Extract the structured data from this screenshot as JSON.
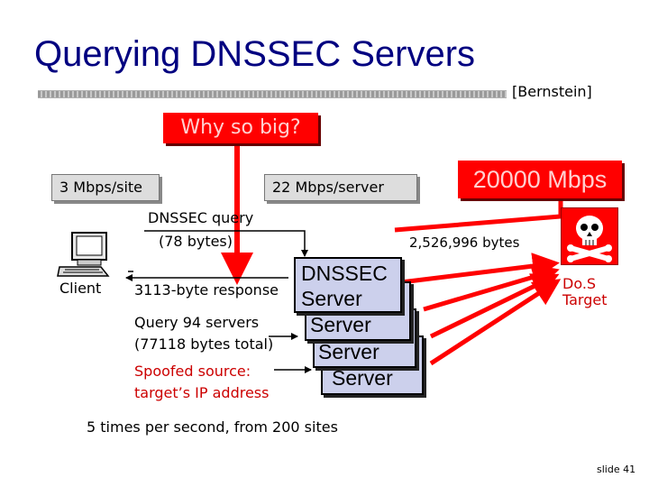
{
  "title": "Querying DNSSEC Servers",
  "citation": "[Bernstein]",
  "why_label": "Why so big?",
  "site_rate": "3 Mbps/site",
  "server_rate": "22 Mbps/server",
  "attack_rate": "20000 Mbps",
  "query": {
    "line1": "DNSSEC query",
    "line2": "(78 bytes)"
  },
  "client_label": "Client",
  "response_label": "3113-byte response",
  "query_count": {
    "line1": "Query 94 servers",
    "line2": "(77118 bytes total)"
  },
  "spoof": {
    "line1": "Spoofed source:",
    "line2": "target’s IP address"
  },
  "servers": [
    "DNSSEC\nServer",
    "Server",
    "Server",
    "Server"
  ],
  "bytes_label": "2,526,996 bytes",
  "target": {
    "line1": "Do.S",
    "line2": "Target"
  },
  "footer": "5 times per second, from 200 sites",
  "slide_number": "slide 41",
  "colors": {
    "title": "#000080",
    "accent_red": "#ff0000",
    "text_red": "#cc0000",
    "server_fill": "#ccd0ec"
  }
}
